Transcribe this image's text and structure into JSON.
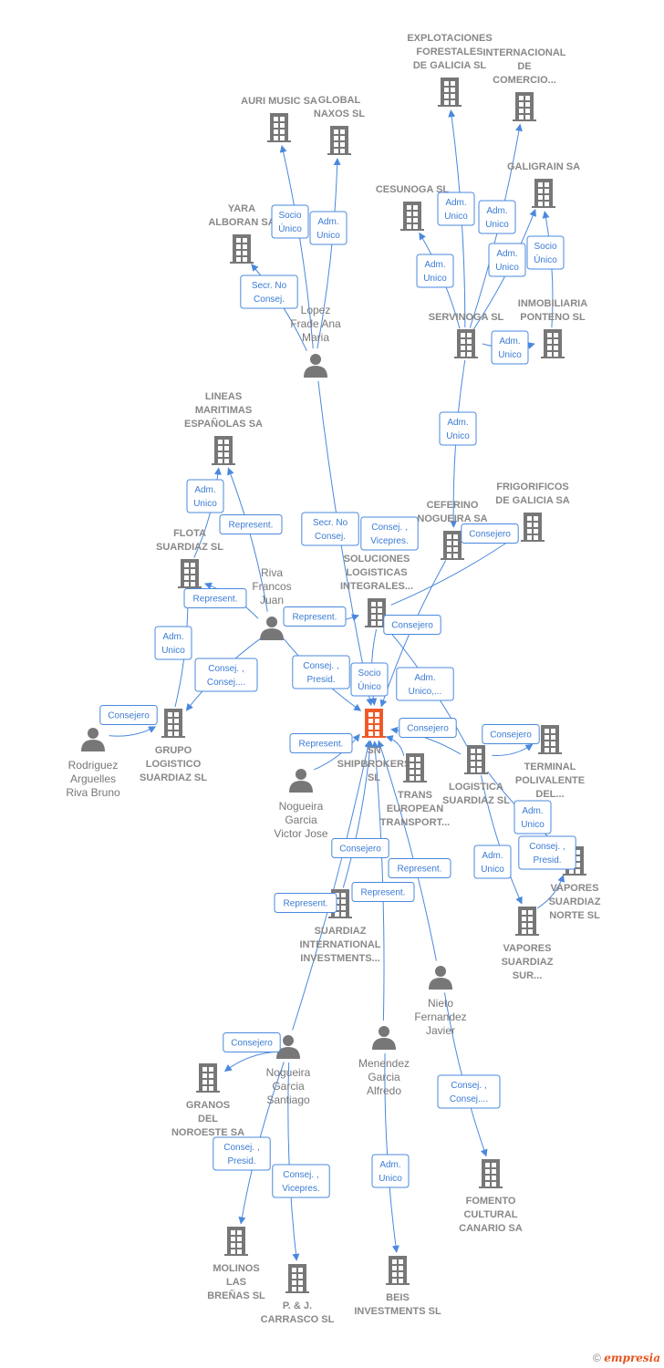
{
  "colors": {
    "edge": "#4a88dd",
    "node": "#777777",
    "highlight": "#f05a28"
  },
  "nodes": [
    {
      "type": "company",
      "lines": [
        "EXPLOTACIONES",
        "FORESTALES",
        "DE GALICIA SL"
      ]
    },
    {
      "type": "company",
      "lines": [
        "INTERNACIONAL",
        "DE",
        "COMERCIO..."
      ]
    },
    {
      "type": "company",
      "lines": [
        "AURI MUSIC SA"
      ]
    },
    {
      "type": "company",
      "lines": [
        "GLOBAL",
        "NAXOS SL"
      ]
    },
    {
      "type": "company",
      "lines": [
        "YARA",
        "ALBORAN SA"
      ]
    },
    {
      "type": "company",
      "lines": [
        "CESUNOGA SL"
      ]
    },
    {
      "type": "company",
      "lines": [
        "GALIGRAIN SA"
      ]
    },
    {
      "type": "company",
      "lines": [
        "SERVINOGA SL"
      ]
    },
    {
      "type": "company",
      "lines": [
        "INMOBILIARIA",
        "PONTENO SL"
      ]
    },
    {
      "type": "company",
      "lines": [
        "LINEAS",
        "MARITIMAS",
        "ESPAÑOLAS SA"
      ]
    },
    {
      "type": "company",
      "lines": [
        "FRIGORIFICOS",
        "DE GALICIA SA"
      ]
    },
    {
      "type": "company",
      "lines": [
        "CEFERINO",
        "NOGUEIRA SA"
      ]
    },
    {
      "type": "company",
      "lines": [
        "FLOTA",
        "SUARDIAZ SL"
      ]
    },
    {
      "type": "company",
      "lines": [
        "SOLUCIONES",
        "LOGISTICAS",
        "INTEGRALES..."
      ]
    },
    {
      "type": "company",
      "highlight": true,
      "lines": [
        "SN",
        "SHIPBROKERS",
        "SL"
      ]
    },
    {
      "type": "company",
      "lines": [
        "GRUPO",
        "LOGISTICO",
        "SUARDIAZ SL"
      ]
    },
    {
      "type": "company",
      "lines": [
        "TRANS",
        "EUROPEAN",
        "TRANSPORT..."
      ]
    },
    {
      "type": "company",
      "lines": [
        "LOGISTICA",
        "SUARDIAZ SL"
      ]
    },
    {
      "type": "company",
      "lines": [
        "TERMINAL",
        "POLIVALENTE",
        "DEL..."
      ]
    },
    {
      "type": "company",
      "lines": [
        "VAPORES",
        "SUARDIAZ",
        "NORTE SL"
      ]
    },
    {
      "type": "company",
      "lines": [
        "VAPORES",
        "SUARDIAZ",
        "SUR..."
      ]
    },
    {
      "type": "company",
      "lines": [
        "SUARDIAZ",
        "INTERNATIONAL",
        "INVESTMENTS..."
      ]
    },
    {
      "type": "company",
      "lines": [
        "GRANOS",
        "DEL",
        "NOROESTE SA"
      ]
    },
    {
      "type": "company",
      "lines": [
        "FOMENTO",
        "CULTURAL",
        "CANARIO SA"
      ]
    },
    {
      "type": "company",
      "lines": [
        "MOLINOS",
        "LAS",
        "BREÑAS SL"
      ]
    },
    {
      "type": "company",
      "lines": [
        "P.  & J.",
        "CARRASCO SL"
      ]
    },
    {
      "type": "company",
      "lines": [
        "BEIS",
        "INVESTMENTS SL"
      ]
    },
    {
      "type": "person",
      "lines": [
        "Lopez",
        "Frade Ana",
        "Maria"
      ]
    },
    {
      "type": "person",
      "lines": [
        "Riva",
        "Francos",
        "Juan"
      ]
    },
    {
      "type": "person",
      "lines": [
        "Rodriguez",
        "Arguelles",
        "Riva Bruno"
      ]
    },
    {
      "type": "person",
      "lines": [
        "Nogueira",
        "Garcia",
        "Victor Jose"
      ]
    },
    {
      "type": "person",
      "lines": [
        "Nieto",
        "Fernandez",
        "Javier"
      ]
    },
    {
      "type": "person",
      "lines": [
        "Nogueira",
        "Garcia",
        "Santiago"
      ]
    },
    {
      "type": "person",
      "lines": [
        "Menendez",
        "Garcia",
        "Alfredo"
      ]
    }
  ],
  "edges": [
    {
      "from": 27,
      "to": 2,
      "label": [
        "Socio",
        "Único"
      ]
    },
    {
      "from": 27,
      "to": 3,
      "label": [
        "Adm.",
        "Unico"
      ]
    },
    {
      "from": 27,
      "to": 4,
      "label": [
        "Secr.  No",
        "Consej."
      ]
    },
    {
      "from": 7,
      "to": 0,
      "label": [
        "Adm.",
        "Unico"
      ]
    },
    {
      "from": 7,
      "to": 1,
      "label": [
        "Adm.",
        "Unico"
      ]
    },
    {
      "from": 7,
      "to": 5,
      "label": [
        "Adm.",
        "Unico"
      ]
    },
    {
      "from": 7,
      "to": 6,
      "label": [
        "Adm.",
        "Unico"
      ]
    },
    {
      "from": 8,
      "to": 6,
      "label": [
        "Socio",
        "Único"
      ]
    },
    {
      "from": 7,
      "to": 8,
      "label": [
        "Adm.",
        "Unico"
      ]
    },
    {
      "from": 7,
      "to": 11,
      "label": [
        "Adm.",
        "Unico"
      ]
    },
    {
      "from": 12,
      "to": 9,
      "label": [
        "Adm.",
        "Unico"
      ]
    },
    {
      "from": 28,
      "to": 9,
      "label": [
        "Represent."
      ]
    },
    {
      "from": 27,
      "to": 14,
      "label": [
        "Secr.  No",
        "Consej."
      ]
    },
    {
      "from": 11,
      "to": 14,
      "label": [
        "Consej. ,",
        "Vicepres."
      ]
    },
    {
      "from": 13,
      "to": 10,
      "label": [
        "Consejero"
      ]
    },
    {
      "from": 28,
      "to": 12,
      "label": [
        "Represent."
      ]
    },
    {
      "from": 28,
      "to": 13,
      "label": [
        "Represent."
      ]
    },
    {
      "from": 17,
      "to": 13,
      "label": [
        "Consejero"
      ]
    },
    {
      "from": 15,
      "to": 12,
      "label": [
        "Adm.",
        "Unico"
      ]
    },
    {
      "from": 28,
      "to": 15,
      "label": [
        "Consej. ,",
        "Consej...."
      ]
    },
    {
      "from": 28,
      "to": 14,
      "label": [
        "Consej. ,",
        "Presid."
      ]
    },
    {
      "from": 13,
      "to": 14,
      "label": [
        "Socio",
        "Único"
      ]
    },
    {
      "from": 17,
      "to": 14,
      "label": [
        "Adm.",
        "Unico,..."
      ]
    },
    {
      "from": 16,
      "to": 14,
      "label": [
        "Consejero"
      ]
    },
    {
      "from": 17,
      "to": 18,
      "label": [
        "Consejero"
      ]
    },
    {
      "from": 29,
      "to": 15,
      "label": [
        "Consejero"
      ]
    },
    {
      "from": 30,
      "to": 14,
      "label": [
        "Represent."
      ]
    },
    {
      "from": 17,
      "to": 19,
      "label": [
        "Adm.",
        "Unico"
      ]
    },
    {
      "from": 20,
      "to": 19,
      "label": [
        "Consej. ,",
        "Presid."
      ]
    },
    {
      "from": 17,
      "to": 20,
      "label": [
        "Adm.",
        "Unico"
      ]
    },
    {
      "from": 21,
      "to": 14,
      "label": [
        "Consejero"
      ]
    },
    {
      "from": 31,
      "to": 14,
      "label": [
        "Represent."
      ]
    },
    {
      "from": 32,
      "to": 14,
      "label": [
        "Represent."
      ]
    },
    {
      "from": 33,
      "to": 14,
      "label": [
        "Represent."
      ]
    },
    {
      "from": 32,
      "to": 22,
      "label": [
        "Consejero"
      ]
    },
    {
      "from": 31,
      "to": 23,
      "label": [
        "Consej. ,",
        "Consej...."
      ]
    },
    {
      "from": 32,
      "to": 24,
      "label": [
        "Consej. ,",
        "Presid."
      ]
    },
    {
      "from": 32,
      "to": 25,
      "label": [
        "Consej. ,",
        "Vicepres."
      ]
    },
    {
      "from": 33,
      "to": 26,
      "label": [
        "Adm.",
        "Unico"
      ]
    }
  ],
  "footer": {
    "copyright": "©",
    "brand": "empresia"
  }
}
